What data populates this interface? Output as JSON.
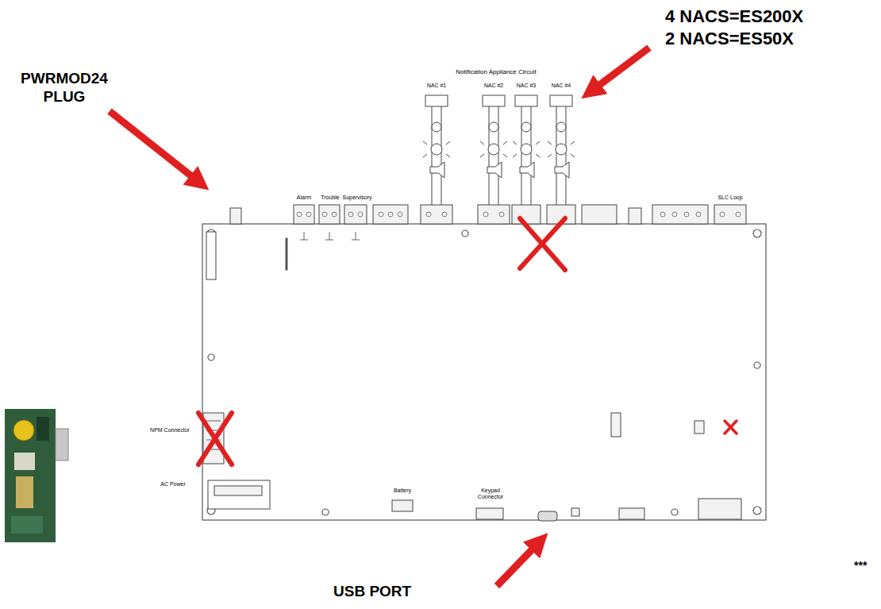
{
  "diagram": {
    "labels": [
      "4 NACS=ES200X",
      "2 NACS=ES50X",
      "PWRMOD24 PLUG",
      "USB PORT",
      "***",
      "Notification Appliance Circuit",
      "NAC #1",
      "NAC #2",
      "NAC #3",
      "NAC #4",
      "Alarm",
      "Trouble",
      "Supervisory",
      "Battery",
      "Keypad Connector",
      "AC Power",
      "NPM Connector",
      "SLC Loop"
    ]
  }
}
